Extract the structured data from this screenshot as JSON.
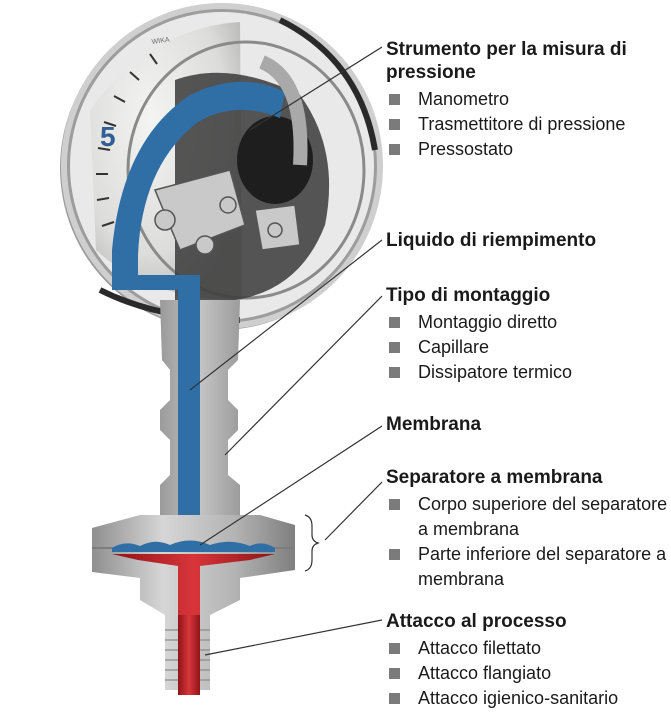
{
  "sections": [
    {
      "id": "strumento",
      "title": "Strumento per la misura di pressione",
      "items": [
        "Manometro",
        "Trasmettitore di pressione",
        "Pressostato"
      ]
    },
    {
      "id": "liquido",
      "title": "Liquido di riempimento",
      "items": []
    },
    {
      "id": "montaggio",
      "title": "Tipo di montaggio",
      "items": [
        "Montaggio diretto",
        "Capillare",
        "Dissipatore termico"
      ]
    },
    {
      "id": "membrana",
      "title": "Membrana",
      "items": []
    },
    {
      "id": "separatore",
      "title": "Separatore a membrana",
      "items": [
        "Corpo superiore del separatore a membrana",
        "Parte inferiore del separatore a membrana"
      ]
    },
    {
      "id": "attacco",
      "title": "Attacco al processo",
      "items": [
        "Attacco filettato",
        "Attacco flangiato",
        "Attacco igienico-sanitario"
      ]
    }
  ],
  "gauge": {
    "dial_number": "5",
    "dial_brand": "WIKA"
  },
  "colors": {
    "fill_liquid": "#2f6fa6",
    "process_channel": "#c0262b",
    "bullet": "#7b7b7b",
    "metal": "#b9b9b9",
    "text": "#1a1a1a"
  }
}
